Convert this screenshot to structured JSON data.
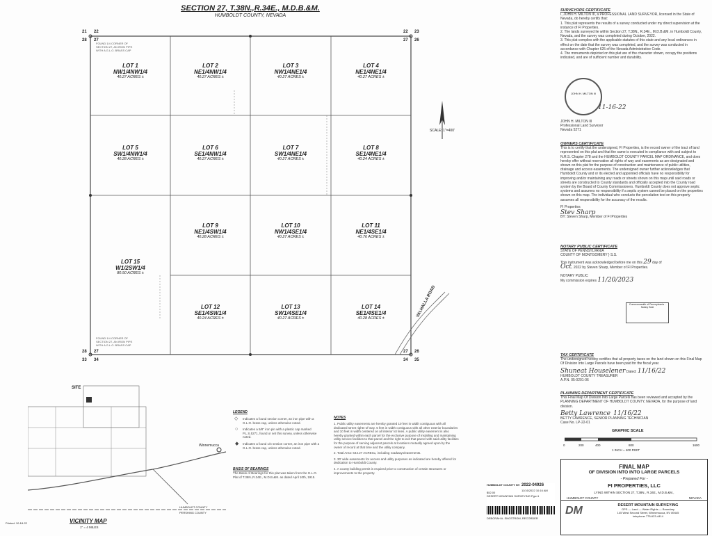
{
  "header": {
    "title": "SECTION 27, T.38N.,R.34E., M.D.B.&M.",
    "subtitle": "HUMBOLDT COUNTY, NEVADA"
  },
  "lots": [
    {
      "n": "LOT 1",
      "d": "NW1/4NW1/4",
      "a": "40.27 ACRES ±"
    },
    {
      "n": "LOT 2",
      "d": "NE1/4NW1/4",
      "a": "40.27 ACRES ±"
    },
    {
      "n": "LOT 3",
      "d": "NW1/4NE1/4",
      "a": "40.27 ACRES ±"
    },
    {
      "n": "LOT 4",
      "d": "NE1/4NE1/4",
      "a": "40.27 ACRES ±"
    },
    {
      "n": "LOT 5",
      "d": "SW1/4NW1/4",
      "a": "40.28 ACRES ±"
    },
    {
      "n": "LOT 6",
      "d": "SE1/4NW1/4",
      "a": "40.27 ACRES ±"
    },
    {
      "n": "LOT 7",
      "d": "SW1/4NE1/4",
      "a": "40.27 ACRES ±"
    },
    {
      "n": "LOT 8",
      "d": "SE1/4NE1/4",
      "a": "40.24 ACRES ±"
    },
    {
      "n": "LOT 9",
      "d": "NE1/4SW1/4",
      "a": "40.28 ACRES ±"
    },
    {
      "n": "LOT 10",
      "d": "NW1/4SE1/4",
      "a": "40.27 ACRES ±"
    },
    {
      "n": "LOT 11",
      "d": "NE1/4SE1/4",
      "a": "40.76 ACRES ±"
    },
    {
      "n": "LOT 12",
      "d": "SE1/4SW1/4",
      "a": "40.24 ACRES ±"
    },
    {
      "n": "LOT 13",
      "d": "SW1/4SE1/4",
      "a": "40.27 ACRES ±"
    },
    {
      "n": "LOT 14",
      "d": "SE1/4SE1/4",
      "a": "40.28 ACRES ±"
    },
    {
      "n": "LOT 15",
      "d": "W1/2SW1/4",
      "a": "80.50 ACRES ±"
    }
  ],
  "corners": {
    "tl": [
      "21",
      "22",
      "28",
      "27"
    ],
    "tr": [
      "22",
      "23",
      "27",
      "26"
    ],
    "bl": [
      "28",
      "27",
      "33",
      "34"
    ],
    "br": [
      "27",
      "26",
      "34",
      "35"
    ]
  },
  "road": "VALHALLA ROAD",
  "scale": "SCALE: 1\"=400'",
  "corner_note": "FOUND 1/4 CORNER OF SECTION 27, AN IRON PIPE WITH A G.L.O. BRASS CAP",
  "surveyor": {
    "heading": "SURVEYORS CERTIFICATE",
    "intro": "I, JOHN H. MILTON III, a PROFESSIONAL LAND SURVEYOR, licensed in the State of Nevada, do hereby certify that:",
    "items": [
      "1. This plat represents the results of a survey conducted under my direct supervision at the instance of FI Properties.",
      "2. The lands surveyed lie within Section 27, T.38N., R.34E., M.D.B.&M. in Humboldt County, Nevada, and the survey was completed during October, 2022.",
      "3. This plat complies with the applicable statutes of this state and any local ordinances in effect on the date that the survey was completed, and the survey was conducted in accordance with Chapter 625 of the Nevada Administrative Code.",
      "4. The monuments depicted on this plat are of the character shown, occupy the positions indicated, and are of sufficient number and durability."
    ],
    "seal": "JOHN H. MILTON III",
    "date": "11-16-22",
    "name": "JOHN H. MILTON III",
    "title": "Professional Land Surveyor",
    "license": "Nevada 5271"
  },
  "owners": {
    "heading": "OWNERS CERTIFICATE",
    "text": "This is to certify that the undersigned, FI Properties, is the record owner of the tract of land represented on this plat and that the same is executed in compliance with and subject to N.R.S. Chapter 278 and the HUMBOLDT COUNTY PARCEL MAP ORDINANCE, and does hereby offer without reservation all rights of way and easements as are designated and shown on this plat for the purpose of construction and maintenance of public utilities, drainage and access easements. The undersigned owner further acknowledges that Humboldt County and or its elected and appointed officials have no responsibility for improving and/or maintaining any roads or streets shown on this map until said roads or streets are constructed to County standards and officially accepted into the County road system by the Board of County Commissioners. Humboldt County does not approve septic systems and assumes no responsibility if a septic system cannot be placed on the properties shown on this map. The individual who conducts the percolation test on this property assumes all responsibility for the accuracy of the results.",
    "company": "FI Properties",
    "by": "BY: Steven Sharp, Member of FI Properties"
  },
  "notary": {
    "heading": "NOTARY PUBLIC CERTIFICATE",
    "state": "STATE OF PENNSYLVANIA",
    "county": "COUNTY OF MONTGOMERY",
    "ss": "} S.S.",
    "text": "This instrument was acknowledged before me on this",
    "day": "29",
    "day_label": "day of",
    "month": "Oct",
    "year_text": ", 2022 by Steven Sharp, Member of FI Properties.",
    "np": "NOTARY PUBLIC",
    "exp_label": "My commission expires",
    "exp": "11/20/2023"
  },
  "tax": {
    "heading": "TAX CERTIFICATE",
    "text": "The undersigned hereby certifies that all property taxes on the land shown on this Final Map Of Division Into Large Parcels have been paid for the fiscal year.",
    "dated_label": "Dated:",
    "dated": "11/16/22",
    "who": "HUMBOLDT COUNTY TREASURER",
    "apn": "A.P.N. 05-0201-06"
  },
  "planning": {
    "heading": "PLANNING DEPARTMENT CERTIFICATE",
    "text": "This Final Map Of Division Into Large Parcels has been reviewed and accepted by the PLANNING DEPARTMENT OF HUMBOLDT COUNTY, NEVADA, for the purpose of land division.",
    "sig": "Betty Lawrence",
    "date": "11/16/22",
    "who": "BETTY LAWRENCE, SENIOR PLANNING TECHNICIAN",
    "case": "Case No. LP-22-01"
  },
  "graphic_scale": {
    "title": "GRAPHIC SCALE",
    "ticks": [
      "0",
      "200",
      "400",
      "800",
      "1600"
    ],
    "note": "1 INCH = 400 FEET"
  },
  "title_block": {
    "line1": "FINAL MAP",
    "line2": "OF DIVISION INTO INTO LARGE PARCELS",
    "prepared": "- Prepared For -",
    "client": "FI PROPERTIES, LLC",
    "lying": "LYING WITHIN SECTION 27, T.38N., R.34E., M.D.B.&M.,",
    "county": "HUMBOLDT COUNTY",
    "state": "NEVADA",
    "firm": "DESERT MOUNTAIN SURVEYING",
    "services": "GPS — Land — Water Rights — Boundary",
    "address": "145 West Second Street, Winnemucca, NV 89445",
    "phone": "telephone 775-623-4414"
  },
  "recorder": {
    "county": "HUMBOLDT COUNTY NV",
    "doc": "2022-04926",
    "date": "11/16/2022 10:16 AM",
    "fee": "$52.00",
    "requestor": "DESERT MOUNTAIN SURVEYING",
    "pages": "Pgs=1",
    "recorder": "DEBORAH A. ENGSTROM, RECORDER"
  },
  "legend": {
    "heading": "LEGEND",
    "items": [
      "Indicates a found section corner, an iron pipe with a G.L.O. brass cap, unless otherwise noted.",
      "Indicates a 5/8\" iron pin with a plastic cap marked P.L.S.5271, found or set this survey, unless otherwise noted.",
      "Indicates a found 1/4 section corner, an iron pipe with a G.L.O. brass cap, unless otherwise noted."
    ]
  },
  "basis": {
    "heading": "BASIS OF BEARINGS",
    "text": "The Basis of Bearings for this plat was taken from the G.L.O. Plat of T.38N.,R.34E., M.D.B.&M. as dated April 10th, 1915."
  },
  "notes": {
    "heading": "NOTES",
    "items": [
      "1. Public utility easements are hereby granted 10 feet in width contiguous with all dedicated street rights-of-way. 5 feet in width contiguous with all other exterior boundaries and 10 feet in width centered on all interior lot lines. A public utility easement is also hereby granted within each parcel for the exclusive purpose of installing and maintaining utility service facilities to that parcel and the right to exit that parcel with said utility facilities for the purpose of serving adjacent parcels at locations mutually agreed upon by the owner of record at that time and the utility company.",
      "2. Total Area: 644.27 ACRES±, including roadways/easements.",
      "3. 30' wide easements for access and utility purposes as indicated are hereby offered for dedication to Humboldt County.",
      "4. A county building permit is required prior to construction of certain structures or improvements to the property."
    ]
  },
  "vicinity": {
    "title": "VICINITY MAP",
    "scale": "1\" = 4 MILES",
    "site": "SITE",
    "town": "Winnemucca",
    "county_label": "HUMBOLDT COUNTY",
    "county_label2": "PERSHING COUNTY"
  },
  "footer_note": "Printed: 10-18-22"
}
